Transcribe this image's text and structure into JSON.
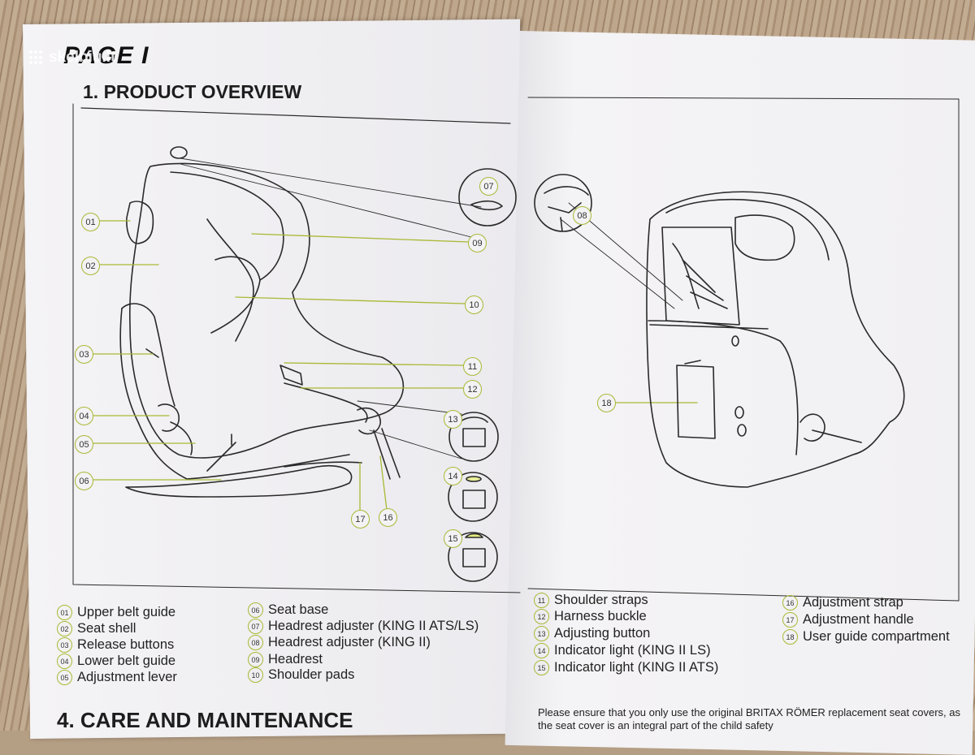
{
  "page_heading": "PAGE I",
  "watermark": "skelbiu.lt",
  "section_title": "1. PRODUCT OVERVIEW",
  "next_section_title": "4. CARE AND MAINTENANCE",
  "note_text": "Please ensure that you only use the original BRITAX RÖMER replacement seat covers, as the seat cover is an integral part of the child safety",
  "accent_color": "#a9b934",
  "legend": [
    {
      "num": "01",
      "label": "Upper belt guide"
    },
    {
      "num": "02",
      "label": "Seat shell"
    },
    {
      "num": "03",
      "label": "Release buttons"
    },
    {
      "num": "04",
      "label": "Lower belt guide"
    },
    {
      "num": "05",
      "label": "Adjustment lever"
    },
    {
      "num": "06",
      "label": "Seat base"
    },
    {
      "num": "07",
      "label": "Headrest adjuster (KING II ATS/LS)"
    },
    {
      "num": "08",
      "label": "Headrest adjuster (KING II)"
    },
    {
      "num": "09",
      "label": "Headrest"
    },
    {
      "num": "10",
      "label": "Shoulder pads"
    },
    {
      "num": "11",
      "label": "Shoulder straps"
    },
    {
      "num": "12",
      "label": "Harness buckle"
    },
    {
      "num": "13",
      "label": "Adjusting button"
    },
    {
      "num": "14",
      "label": "Indicator light (KING II LS)"
    },
    {
      "num": "15",
      "label": "Indicator light (KING II ATS)"
    },
    {
      "num": "16",
      "label": "Adjustment strap"
    },
    {
      "num": "17",
      "label": "Adjustment handle"
    },
    {
      "num": "18",
      "label": "User guide compartment"
    }
  ],
  "callouts": {
    "c01": "01",
    "c02": "02",
    "c03": "03",
    "c04": "04",
    "c05": "05",
    "c06": "06",
    "c07": "07",
    "c08": "08",
    "c09": "09",
    "c10": "10",
    "c11": "11",
    "c12": "12",
    "c13": "13",
    "c14": "14",
    "c15": "15",
    "c16": "16",
    "c17": "17",
    "c18": "18"
  }
}
